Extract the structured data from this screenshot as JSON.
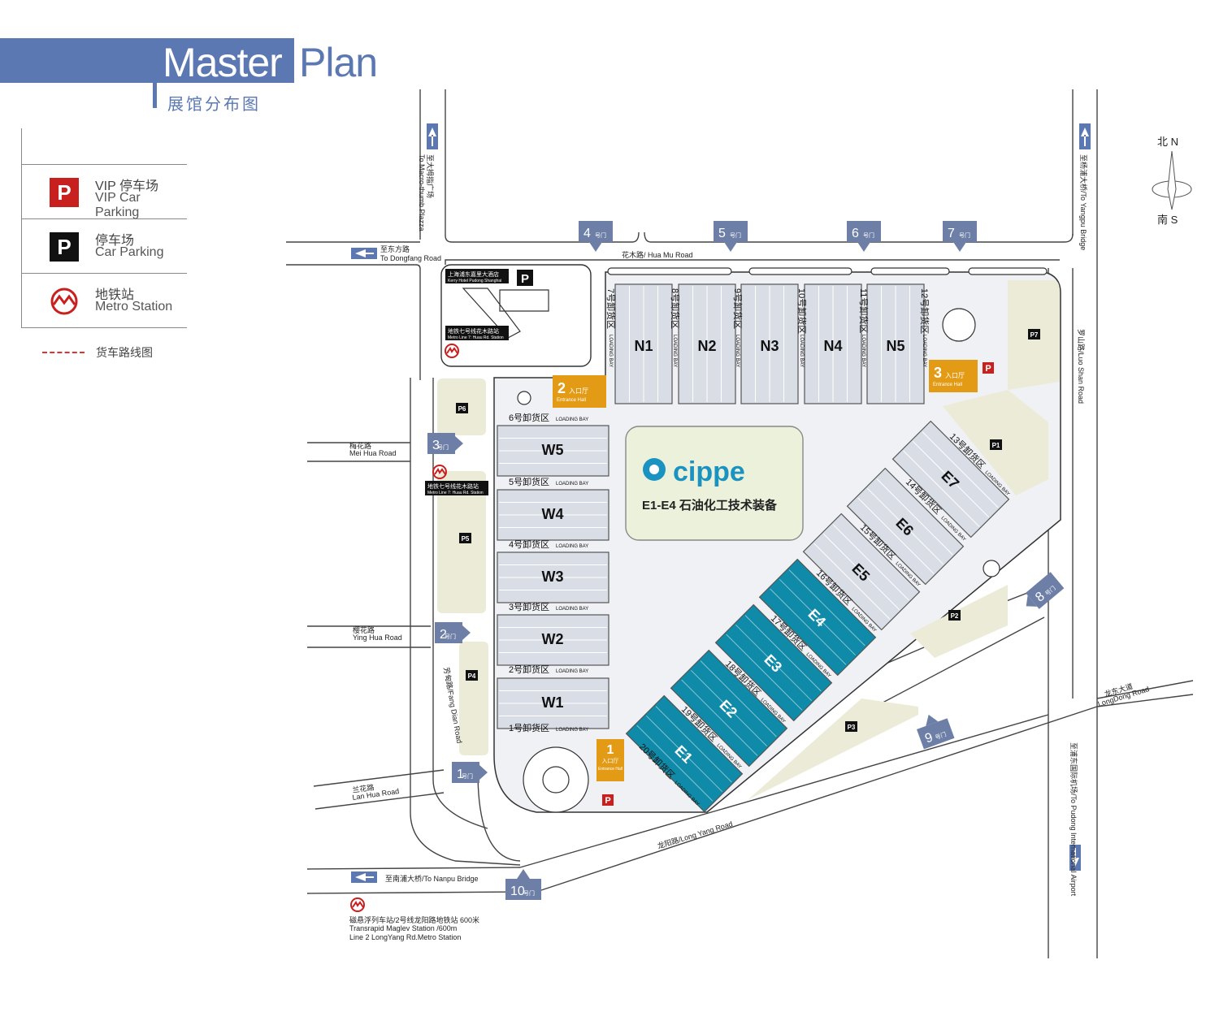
{
  "header": {
    "title_a": "Master",
    "title_b": "Plan",
    "title_cn": "展馆分布图"
  },
  "legend": {
    "vip_cn": "VIP 停车场",
    "vip_en": "VIP Car Parking",
    "vip_icon": "P",
    "park_cn": "停车场",
    "park_en": "Car Parking",
    "park_icon": "P",
    "metro_cn": "地铁站",
    "metro_en": "Metro Station",
    "truck_cn": "货车路线图"
  },
  "compass": {
    "n": "北 N",
    "s": "南 S"
  },
  "colors": {
    "header": "#5b78b3",
    "gate": "#6d7fa6",
    "hall_north": "#d9dde6",
    "hall_east": "#0f8aa8",
    "entrance": "#e39b16",
    "vip": "#c8201f",
    "parking_zone": "#ecebd8",
    "metro": "#c8201f",
    "site": "#f0f1f5"
  },
  "roads": {
    "dongfang_cn": "至东方路",
    "dongfang_en": "To Dongfang Road",
    "macro_cn": "至大拇指广场",
    "macro_en": "To Macro-thumb Plazza",
    "yangpu": "至杨浦大桥/To Yangpu Bridge",
    "huamu": "花木路/ Hua Mu Road",
    "luoshan": "罗山路/Luo Shan Road",
    "meihua_cn": "梅花路",
    "meihua_en": "Mei Hua Road",
    "yinghua_cn": "樱花路",
    "yinghua_en": "Ying Hua Road",
    "lanhua_cn": "兰花路",
    "lanhua_en": "Lan Hua Road",
    "fangdian": "芳甸路/Fang Dian Road",
    "longyang": "龙阳路/Long Yang Road",
    "longdong_cn": "龙东大道",
    "longdong_en": "LongDong Road",
    "airport": "至浦东国际机场/To Pudong International Airport",
    "nanpu": "至南浦大桥/To Nanpu Bridge"
  },
  "landmarks": {
    "kerry_cn": "上海浦东嘉里大酒店",
    "kerry_en": "Kerry Hotel Pudong Shanghai",
    "metro1_cn": "地铁七号线花木路站",
    "metro1_en": "Metro Line 7: Huau Rd. Station",
    "metro2_cn": "地铁七号线花木路站",
    "metro2_en": "Metro Line 7: Huau Rd. Station",
    "maglev1": "磁悬浮列车站/2号线龙阳路地铁站  600米",
    "maglev2": "Transrapid Maglev Station  /600m",
    "maglev3": "Line 2 LongYang Rd.Metro Station"
  },
  "gates": [
    {
      "num": "1",
      "suffix": "号门"
    },
    {
      "num": "2",
      "suffix": "号门"
    },
    {
      "num": "3",
      "suffix": "号门"
    },
    {
      "num": "4",
      "suffix": "号门"
    },
    {
      "num": "5",
      "suffix": "号门"
    },
    {
      "num": "6",
      "suffix": "号门"
    },
    {
      "num": "7",
      "suffix": "号门"
    },
    {
      "num": "8",
      "suffix": "号门"
    },
    {
      "num": "9",
      "suffix": "号门"
    },
    {
      "num": "10",
      "suffix": "号门"
    }
  ],
  "entrances": [
    {
      "num": "1",
      "cn": "入口厅",
      "en": "Entrance Hall"
    },
    {
      "num": "2",
      "cn": "入口厅",
      "en": "Entrance Hall"
    },
    {
      "num": "3",
      "cn": "入口厅",
      "en": "Entrance Hall"
    }
  ],
  "north_halls": [
    "N1",
    "N2",
    "N3",
    "N4",
    "N5"
  ],
  "north_bays": [
    {
      "cn": "7号卸货区",
      "en": "LOADING BAY"
    },
    {
      "cn": "8号卸货区",
      "en": "LOADING BAY"
    },
    {
      "cn": "9号卸货区",
      "en": "LOADING BAY"
    },
    {
      "cn": "10号卸货区",
      "en": "LOADING BAY"
    },
    {
      "cn": "11号卸货区",
      "en": "LOADING BAY"
    },
    {
      "cn": "12号卸货区",
      "en": "LOADING BAY"
    }
  ],
  "west_halls": [
    "W5",
    "W4",
    "W3",
    "W2",
    "W1"
  ],
  "west_bays": [
    {
      "cn": "6号卸货区",
      "en": "LOADING BAY"
    },
    {
      "cn": "5号卸货区",
      "en": "LOADING BAY"
    },
    {
      "cn": "4号卸货区",
      "en": "LOADING BAY"
    },
    {
      "cn": "3号卸货区",
      "en": "LOADING BAY"
    },
    {
      "cn": "2号卸货区",
      "en": "LOADING BAY"
    },
    {
      "cn": "1号卸货区",
      "en": "LOADING BAY"
    }
  ],
  "east_halls": [
    "E7",
    "E6",
    "E5",
    "E4",
    "E3",
    "E2",
    "E1"
  ],
  "east_bays": [
    {
      "cn": "13号卸货区",
      "en": "LOADING BAY"
    },
    {
      "cn": "14号卸货区",
      "en": "LOADING BAY"
    },
    {
      "cn": "15号卸货区",
      "en": "LOADING BAY"
    },
    {
      "cn": "16号卸货区",
      "en": "LOADING BAY"
    },
    {
      "cn": "17号卸货区",
      "en": "LOADING BAY"
    },
    {
      "cn": "18号卸货区",
      "en": "LOADING BAY"
    },
    {
      "cn": "19号卸货区",
      "en": "LOADING BAY"
    },
    {
      "cn": "20号卸货区",
      "en": "LOADING BAY"
    }
  ],
  "parking": [
    "P1",
    "P2",
    "P3",
    "P4",
    "P5",
    "P6",
    "P7"
  ],
  "cippe": {
    "logo": "cippe",
    "caption": "E1-E4  石油化工技术装备"
  }
}
